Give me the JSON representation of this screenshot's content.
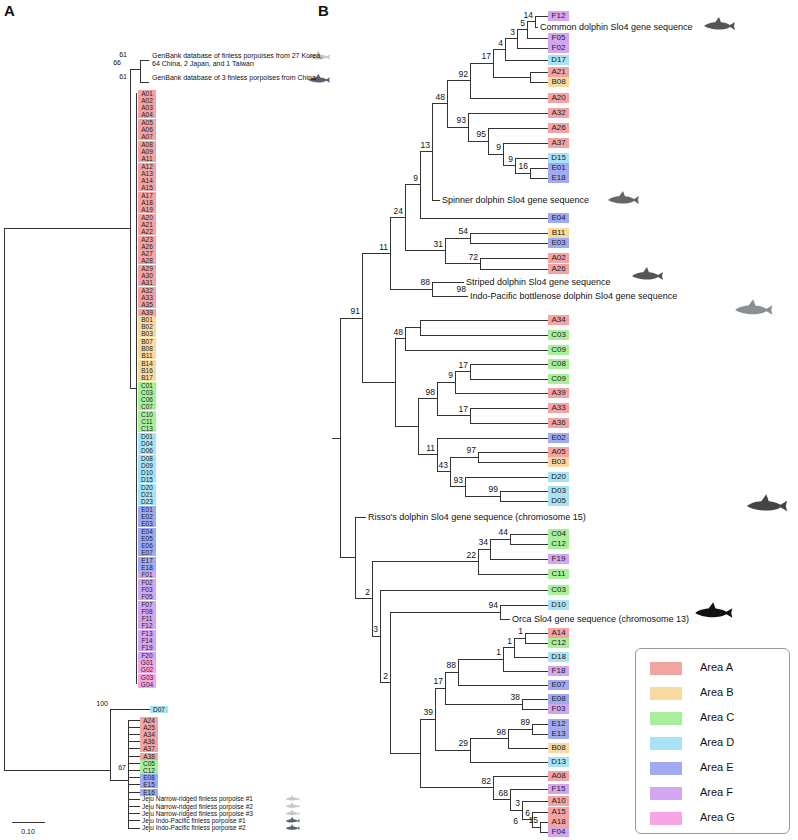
{
  "diagram": {
    "nodes": [
      {
        "text": [
          "A01"
        ]
      },
      {
        "text": [
          "A02"
        ]
      },
      {
        "text": [
          "A03"
        ]
      },
      {
        "text": [
          "A04"
        ]
      },
      {
        "text": [
          "A05"
        ]
      },
      {
        "text": [
          "A06"
        ]
      },
      {
        "text": [
          "A07"
        ]
      },
      {
        "text": [
          "A08"
        ]
      },
      {
        "text": [
          "A09"
        ]
      },
      {
        "text": [
          "A11"
        ]
      },
      {
        "text": [
          "A12"
        ]
      },
      {
        "text": [
          "A13"
        ]
      },
      {
        "text": [
          "A14"
        ]
      },
      {
        "text": [
          "A15"
        ]
      },
      {
        "text": [
          "A17"
        ]
      },
      {
        "text": [
          "A18"
        ]
      },
      {
        "text": [
          "A19"
        ]
      },
      {
        "text": [
          "A20"
        ]
      },
      {
        "text": [
          "A21"
        ]
      },
      {
        "text": [
          "A22"
        ]
      },
      {
        "text": [
          "A23"
        ]
      },
      {
        "text": [
          "A26"
        ]
      },
      {
        "text": [
          "A27"
        ]
      },
      {
        "text": [
          "A28"
        ]
      },
      {
        "text": [
          "A29"
        ]
      },
      {
        "text": [
          "A30"
        ]
      },
      {
        "text": [
          "A31"
        ]
      },
      {
        "text": [
          "A32"
        ]
      },
      {
        "text": [
          "A33"
        ]
      },
      {
        "text": [
          "A35"
        ]
      },
      {
        "text": [
          "A39"
        ]
      },
      {
        "text": [
          "B01"
        ]
      },
      {
        "text": [
          "B02"
        ]
      },
      {
        "text": [
          "B03"
        ]
      },
      {
        "text": [
          "B07"
        ]
      },
      {
        "text": [
          "B08"
        ]
      },
      {
        "text": [
          "B11"
        ]
      },
      {
        "text": [
          "B14"
        ]
      },
      {
        "text": [
          "B16"
        ]
      },
      {
        "text": [
          "B17"
        ]
      },
      {
        "text": [
          "C01"
        ]
      },
      {
        "text": [
          "C03"
        ]
      },
      {
        "text": [
          "C06"
        ]
      },
      {
        "text": [
          "C07"
        ]
      },
      {
        "text": [
          "C10"
        ]
      },
      {
        "text": [
          "C11"
        ]
      },
      {
        "text": [
          "C13"
        ]
      },
      {
        "text": [
          "D01"
        ]
      },
      {
        "text": [
          "D04"
        ]
      },
      {
        "text": [
          "D06"
        ]
      },
      {
        "text": [
          "D08"
        ]
      },
      {
        "text": [
          "D09"
        ]
      },
      {
        "text": [
          "D10"
        ]
      },
      {
        "text": [
          "D15"
        ]
      },
      {
        "text": [
          "D20"
        ]
      },
      {
        "text": [
          "D21"
        ]
      },
      {
        "text": [
          "D23"
        ]
      },
      {
        "text": [
          "E01"
        ]
      },
      {
        "text": [
          "E02"
        ]
      },
      {
        "text": [
          "E03"
        ]
      },
      {
        "text": [
          "E04"
        ]
      },
      {
        "text": [
          "E05"
        ]
      },
      {
        "text": [
          "E06"
        ]
      },
      {
        "text": [
          "E07"
        ]
      },
      {
        "text": [
          "E17"
        ]
      },
      {
        "text": [
          "E18"
        ]
      },
      {
        "text": [
          "F01"
        ]
      },
      {
        "text": [
          "F02"
        ]
      },
      {
        "text": [
          "F03"
        ]
      },
      {
        "text": [
          "F05"
        ]
      },
      {
        "text": [
          "F07"
        ]
      },
      {
        "text": [
          "F08"
        ]
      },
      {
        "text": [
          "F11"
        ]
      },
      {
        "text": [
          "F12"
        ]
      },
      {
        "text": [
          "F13"
        ]
      },
      {
        "text": [
          "F14"
        ]
      },
      {
        "text": [
          "F19"
        ]
      },
      {
        "text": [
          "F20"
        ]
      },
      {
        "text": [
          "G01"
        ]
      },
      {
        "text": [
          "G02"
        ]
      },
      {
        "text": [
          "G03"
        ]
      },
      {
        "text": [
          "G04"
        ]
      },
      {
        "text": [
          "D07"
        ]
      },
      {
        "text": [
          "A24"
        ]
      },
      {
        "text": [
          "A25"
        ]
      },
      {
        "text": [
          "A34"
        ]
      },
      {
        "text": [
          "A36"
        ]
      },
      {
        "text": [
          "A37"
        ]
      },
      {
        "text": [
          "A38"
        ]
      },
      {
        "text": [
          "C05"
        ]
      },
      {
        "text": [
          "C12"
        ]
      },
      {
        "text": [
          "E08"
        ]
      },
      {
        "text": [
          "E15"
        ]
      },
      {
        "text": [
          "E16"
        ]
      },
      {
        "text": [
          "F12"
        ]
      },
      {
        "text": [
          "F05"
        ]
      },
      {
        "text": [
          "F02"
        ]
      },
      {
        "text": [
          "D17"
        ]
      },
      {
        "text": [
          "A21"
        ]
      },
      {
        "text": [
          "B08"
        ]
      },
      {
        "text": [
          "A20"
        ]
      },
      {
        "text": [
          "A32"
        ]
      },
      {
        "text": [
          "A26"
        ]
      },
      {
        "text": [
          "A37"
        ]
      },
      {
        "text": [
          "D15"
        ]
      },
      {
        "text": [
          "E01"
        ]
      },
      {
        "text": [
          "E18"
        ]
      },
      {
        "text": [
          "E04"
        ]
      },
      {
        "text": [
          "B11"
        ]
      },
      {
        "text": [
          "E03"
        ]
      },
      {
        "text": [
          "A02"
        ]
      },
      {
        "text": [
          "A26"
        ]
      },
      {
        "text": [
          "A34"
        ]
      },
      {
        "text": [
          "C03"
        ]
      },
      {
        "text": [
          "C09"
        ]
      },
      {
        "text": [
          "C08"
        ]
      },
      {
        "text": [
          "C09"
        ]
      },
      {
        "text": [
          "A39"
        ]
      },
      {
        "text": [
          "A33"
        ]
      },
      {
        "text": [
          "A36"
        ]
      },
      {
        "text": [
          "E02"
        ]
      },
      {
        "text": [
          "A05"
        ]
      },
      {
        "text": [
          "B03"
        ]
      },
      {
        "text": [
          "D20"
        ]
      },
      {
        "text": [
          "D03"
        ]
      },
      {
        "text": [
          "D05"
        ]
      },
      {
        "text": [
          "C04"
        ]
      },
      {
        "text": [
          "C12"
        ]
      },
      {
        "text": [
          "F19"
        ]
      },
      {
        "text": [
          "C11"
        ]
      },
      {
        "text": [
          "C03"
        ]
      },
      {
        "text": [
          "D10"
        ]
      },
      {
        "text": [
          "A14"
        ]
      },
      {
        "text": [
          "C12"
        ]
      },
      {
        "text": [
          "D18"
        ]
      },
      {
        "text": [
          "F18"
        ]
      },
      {
        "text": [
          "E07"
        ]
      },
      {
        "text": [
          "E08"
        ]
      },
      {
        "text": [
          "F03"
        ]
      },
      {
        "text": [
          "E12"
        ]
      },
      {
        "text": [
          "E13"
        ]
      },
      {
        "text": [
          "B08"
        ]
      },
      {
        "text": [
          "D13"
        ]
      },
      {
        "text": [
          "A08"
        ]
      },
      {
        "text": [
          "F15"
        ]
      },
      {
        "text": [
          "A10"
        ]
      },
      {
        "text": [
          "A15"
        ]
      },
      {
        "text": [
          "A18"
        ]
      },
      {
        "text": [
          "F04"
        ]
      }
    ],
    "labels": [
      "A",
      "B",
      "61",
      "66",
      "GenBank database of finless porpoises from 27 Korea, 64 China, 2 Japan, and 1 Taiwan",
      "61",
      "GenBank database of 3 finless porpoises from China",
      "100",
      "67",
      "Jeju Narrow-ridged finless porpoise #1",
      "Jeju Narrow-ridged finless porpoise #2",
      "Jeju Narrow-ridged finless porpoise #3",
      "Jeju Indo-Pacific finless porpoise #1",
      "Jeju Indo-Pacific finless porpoise #2",
      "0.10",
      "Common dolphin Slo4 gene sequence",
      "Spinner dolphin Slo4 gene sequence",
      "Striped dolphin Slo4 gene sequence",
      "Indo-Pacific bottlenose dolphin Slo4 gene sequence",
      "Risso's dolphin Slo4 gene sequence (chromosome 15)",
      "Orca Slo4 gene sequence (chromosome 13)",
      "14",
      "5",
      "3",
      "4",
      "17",
      "92",
      "48",
      "93",
      "95",
      "9",
      "9",
      "16",
      "13",
      "9",
      "24",
      "54",
      "72",
      "31",
      "11",
      "88",
      "98",
      "91",
      "48",
      "17",
      "9",
      "98",
      "17",
      "97",
      "11",
      "43",
      "93",
      "99",
      "44",
      "34",
      "22",
      "2",
      "3",
      "94",
      "2",
      "1",
      "1",
      "1",
      "88",
      "38",
      "17",
      "89",
      "98",
      "39",
      "29",
      "82",
      "68",
      "3",
      "6",
      "6",
      "15"
    ],
    "legend": [
      {
        "text": "Area A",
        "color": "#f4a3a3"
      },
      {
        "text": "Area B",
        "color": "#f9d9a0"
      },
      {
        "text": "Area C",
        "color": "#a9ef9a"
      },
      {
        "text": "Area D",
        "color": "#a7e3f5"
      },
      {
        "text": "Area E",
        "color": "#9faaf0"
      },
      {
        "text": "Area F",
        "color": "#d3a6f0"
      },
      {
        "text": "Area G",
        "color": "#f6a6e6"
      }
    ]
  }
}
